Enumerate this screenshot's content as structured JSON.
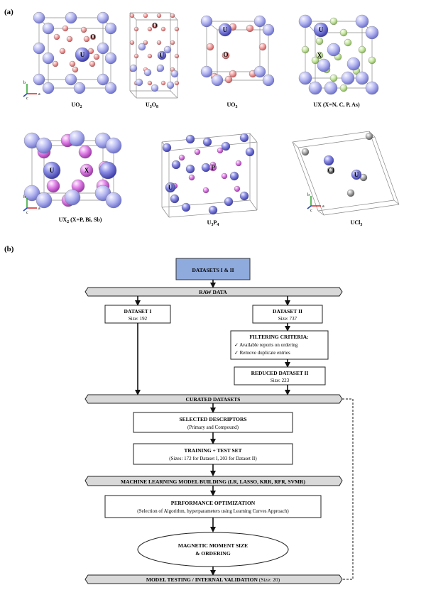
{
  "panel_a_label": "(a)",
  "panel_b_label": "(b)",
  "structures": [
    {
      "formula": "UO",
      "sub": "2",
      "suffix": "",
      "atoms": {
        "big": "U",
        "small": "O"
      }
    },
    {
      "formula": "U",
      "sub": "3",
      "mid": "O",
      "sub2": "8",
      "atoms": {
        "big": "U",
        "small": "O"
      }
    },
    {
      "formula": "UO",
      "sub": "3",
      "suffix": "",
      "atoms": {
        "big": "U",
        "small": "O"
      }
    },
    {
      "formula": "UX (X=N, C, P, As)",
      "atoms": {
        "big": "U",
        "small": "X"
      }
    },
    {
      "formula": "UX",
      "sub": "2",
      "suffix": " (X=P, Bi, Sb)",
      "atoms": {
        "big": "U",
        "small": "X"
      }
    },
    {
      "formula": "U",
      "sub": "3",
      "mid": "P",
      "sub2": "4",
      "atoms": {
        "big": "U",
        "small": "P"
      }
    },
    {
      "formula": "UCl",
      "sub": "3",
      "suffix": "",
      "atoms": {
        "big": "U",
        "small": "Cl"
      }
    }
  ],
  "axes": {
    "a": "a",
    "b": "b",
    "c": "c"
  },
  "flow": {
    "start": "DATASETS I & II",
    "raw_data": "RAW DATA",
    "dataset1": {
      "title": "DATASET I",
      "size": "Size: 192"
    },
    "dataset2": {
      "title": "DATASET II",
      "size": "Size: 737"
    },
    "filter": {
      "title": "FILTERING CRITERIA:",
      "items": [
        "✓ Available reports on ordering",
        "✓ Remove duplicate entries"
      ]
    },
    "reduced": {
      "title": "REDUCED DATASET II",
      "size": "Size: 223"
    },
    "curated": "CURATED DATASETS",
    "descriptors": {
      "title": "SELECTED DESCRIPTORS",
      "sub": "(Primary and Compound)"
    },
    "training": {
      "title": "TRAINING + TEST  SET",
      "sub": "(Sizes: 172 for Dataset I, 203 for Dataset II)"
    },
    "ml": "MACHINE LEARNING MODEL BUILDING (LR, LASSO, KRR, RFR, SVMR)",
    "perf": {
      "title": "PERFORMANCE OPTIMIZATION",
      "sub": "(Selection of Algorithm, hyperparameters using Learning Curves Approach)"
    },
    "magnetic": {
      "line1": "MAGNETIC MOMENT SIZE",
      "line2": "& ORDERING"
    },
    "testing": {
      "title": "MODEL TESTING / INTERNAL VALIDATION",
      "size": " (Size: 20)"
    }
  },
  "colors": {
    "uranium": "#8c8ee6",
    "oxygen": "#f0a0a0",
    "x_green": "#c6e6a0",
    "x_pink": "#e080e8",
    "chlorine": "#a6a6a6",
    "band": "#d9d9d9",
    "start_box": "#8faadc"
  }
}
